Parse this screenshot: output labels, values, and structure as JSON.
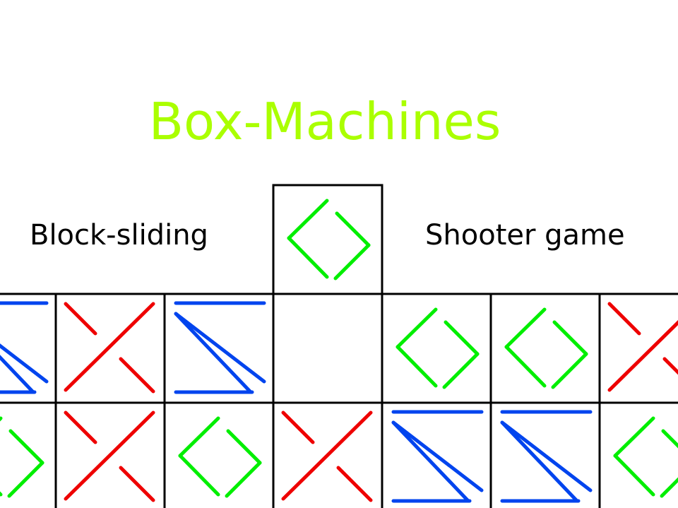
{
  "title": "Box-Machines",
  "menu": {
    "left_option": "Block-sliding",
    "right_option": "Shooter game"
  },
  "colors": {
    "title": "#aaff00",
    "green_tile": "#00ee00",
    "red_tile": "#ee0000",
    "blue_tile": "#0044ee",
    "grid_line": "#000000"
  },
  "tile_legend": {
    "green": "bracket-pair-icon",
    "red": "cross-icon",
    "blue": "zigzag-icon",
    "empty": "empty-tile"
  },
  "board": {
    "selector_tile": "green",
    "rows": [
      [
        "blue",
        "red",
        "blue",
        "empty",
        "green",
        "green",
        "red"
      ],
      [
        "green",
        "red",
        "green",
        "red",
        "blue",
        "blue",
        "green"
      ]
    ]
  }
}
